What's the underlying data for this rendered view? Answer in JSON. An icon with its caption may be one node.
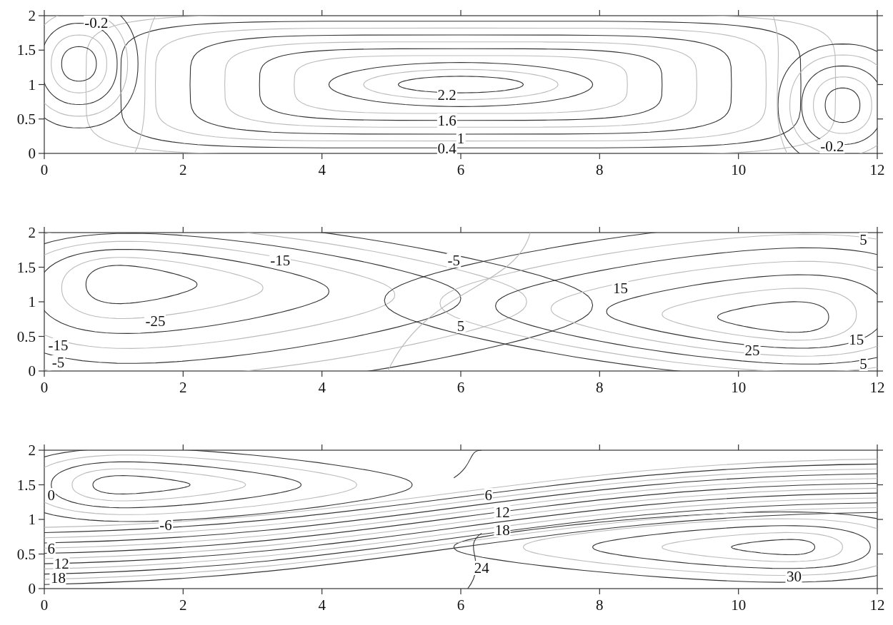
{
  "diagram": {
    "labels": [
      "-0.2",
      "2.2",
      "1.6",
      "1",
      "0.4",
      "-0.2",
      "2",
      "1.5",
      "1",
      "0.5",
      "0",
      "0",
      "2",
      "4",
      "6",
      "8",
      "10",
      "12",
      "5",
      "-15",
      "-5",
      "15",
      "-25",
      "5",
      "-15",
      "25",
      "15",
      "-5",
      "5",
      "2",
      "1.5",
      "1",
      "0.5",
      "0",
      "0",
      "2",
      "4",
      "6",
      "8",
      "10",
      "12",
      "0",
      "6",
      "12",
      "-6",
      "18",
      "6",
      "12",
      "24",
      "18",
      "30",
      "2",
      "1.5",
      "1",
      "0.5",
      "0",
      "0",
      "2",
      "4",
      "6",
      "8",
      "10",
      "12"
    ]
  }
}
